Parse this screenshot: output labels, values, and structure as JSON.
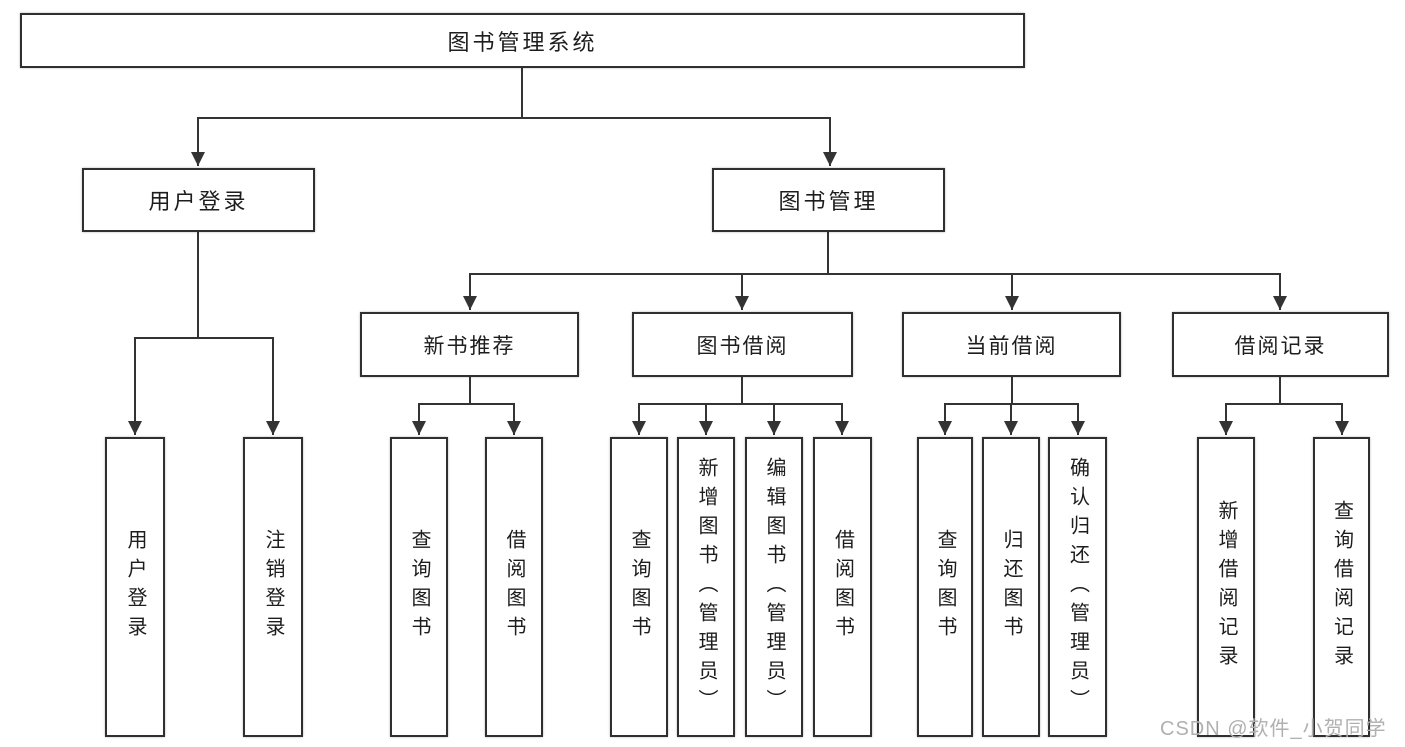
{
  "diagram": {
    "title": "图书管理系统",
    "level2": [
      {
        "label": "用户登录"
      },
      {
        "label": "图书管理"
      }
    ],
    "level3": [
      {
        "label": "新书推荐",
        "parent": "图书管理"
      },
      {
        "label": "图书借阅",
        "parent": "图书管理"
      },
      {
        "label": "当前借阅",
        "parent": "图书管理"
      },
      {
        "label": "借阅记录",
        "parent": "图书管理"
      }
    ],
    "leaves": [
      {
        "label": "用户登录",
        "parent": "用户登录"
      },
      {
        "label": "注销登录",
        "parent": "用户登录"
      },
      {
        "label": "查询图书",
        "parent": "新书推荐"
      },
      {
        "label": "借阅图书",
        "parent": "新书推荐"
      },
      {
        "label": "查询图书",
        "parent": "图书借阅"
      },
      {
        "label": "新增图书（管理员）",
        "parent": "图书借阅"
      },
      {
        "label": "编辑图书（管理员）",
        "parent": "图书借阅"
      },
      {
        "label": "借阅图书",
        "parent": "图书借阅"
      },
      {
        "label": "查询图书",
        "parent": "当前借阅"
      },
      {
        "label": "归还图书",
        "parent": "当前借阅"
      },
      {
        "label": "确认归还（管理员）",
        "parent": "当前借阅"
      },
      {
        "label": "新增借阅记录",
        "parent": "借阅记录"
      },
      {
        "label": "查询借阅记录",
        "parent": "借阅记录"
      }
    ]
  },
  "watermark": "CSDN @软件_小贺同学",
  "colors": {
    "background": "#ffffff",
    "line": "#333333",
    "box_border": "#2f2f2f",
    "text": "#1d1d1d",
    "watermark": "#b0b0b0"
  }
}
